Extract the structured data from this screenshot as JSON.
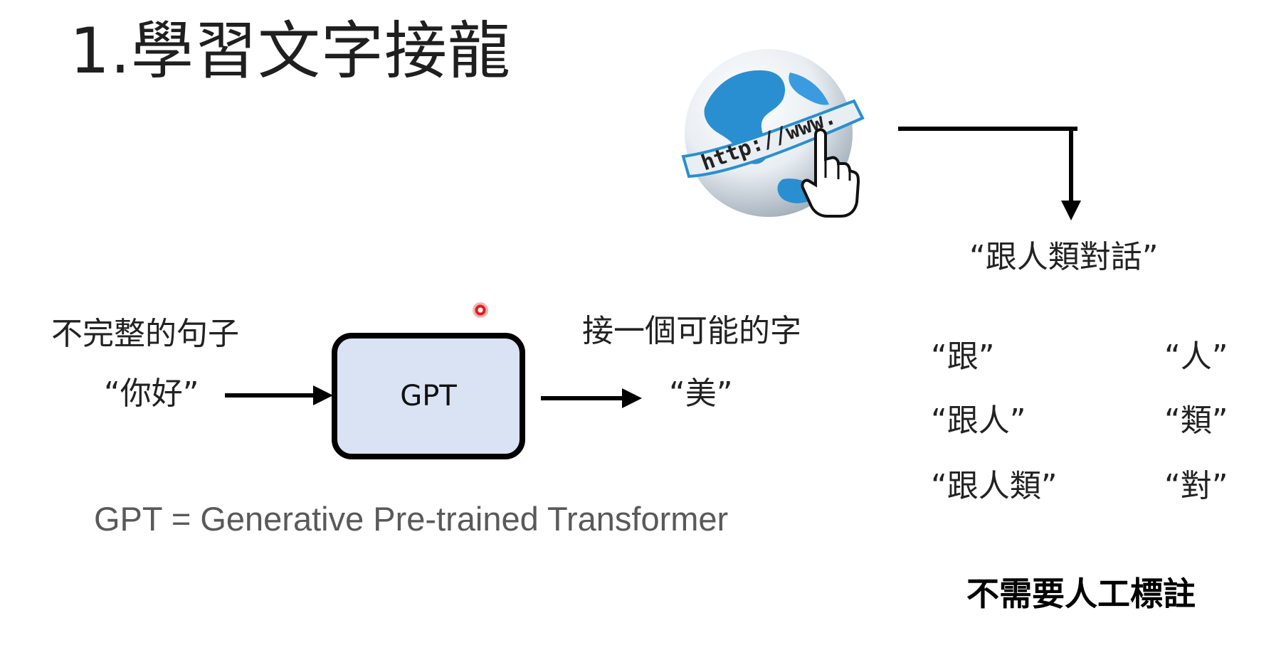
{
  "title": "1.學習文字接龍",
  "input": {
    "heading": "不完整的句子",
    "example": "“你好”"
  },
  "model": {
    "label": "GPT"
  },
  "output": {
    "heading": "接一個可能的字",
    "example": "“美”"
  },
  "definition": "GPT = Generative Pre-trained Transformer",
  "web_icon": {
    "icon": "globe-www-icon",
    "url_text": "http://www."
  },
  "source_sentence": "“跟人類對話”",
  "pairs": [
    {
      "input": "“跟”",
      "next": "“人”"
    },
    {
      "input": "“跟人”",
      "next": "“類”"
    },
    {
      "input": "“跟人類”",
      "next": "“對”"
    }
  ],
  "note": "不需要人工標註",
  "colors": {
    "box_fill": "#dae3f3",
    "globe_blue": "#2a8fd0",
    "laser": "#e21a1a"
  }
}
